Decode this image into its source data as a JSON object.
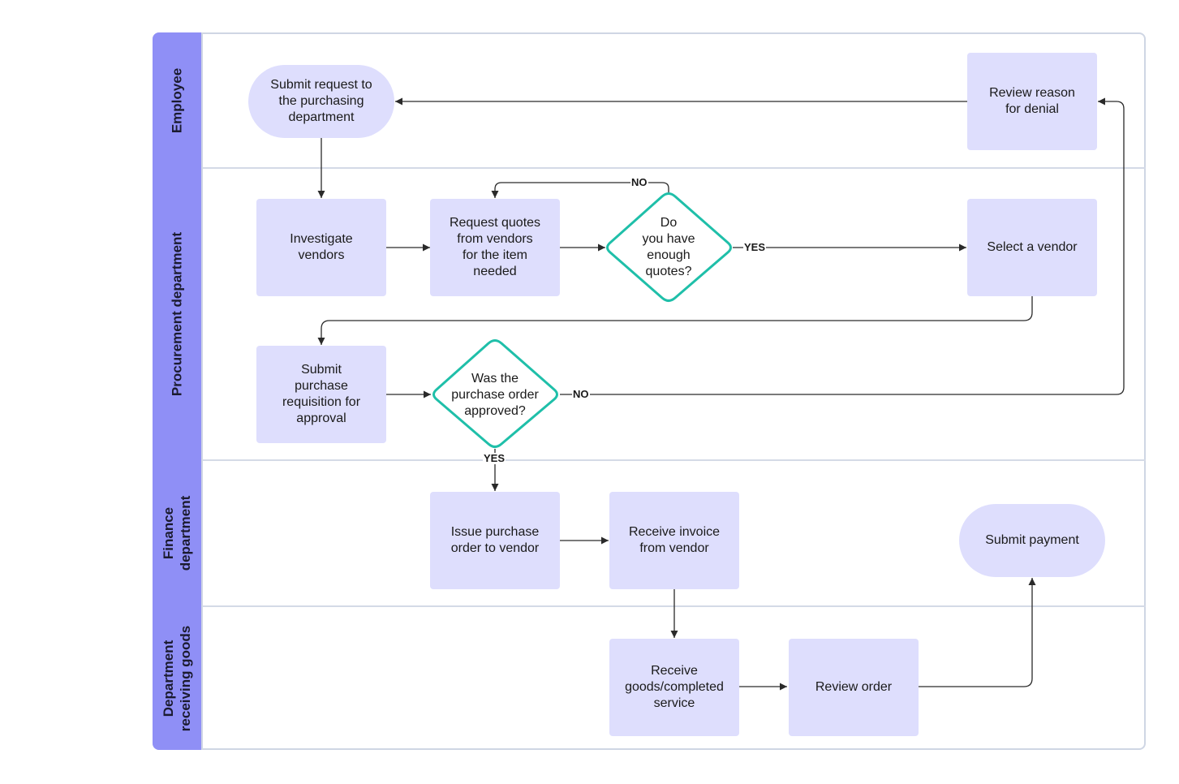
{
  "lanes": [
    {
      "id": "employee",
      "title": "Employee"
    },
    {
      "id": "procurement",
      "title": "Procurement department"
    },
    {
      "id": "finance",
      "title": "Finance\ndepartment"
    },
    {
      "id": "receiving",
      "title": "Department\nreceiving goods"
    }
  ],
  "nodes": {
    "submit_request": "Submit request to\nthe purchasing\ndepartment",
    "review_denial": "Review reason\nfor denial",
    "investigate_vendors": "Investigate\nvendors",
    "request_quotes": "Request quotes\nfrom vendors\nfor the item\nneeded",
    "enough_quotes": "Do\nyou have\nenough\nquotes?",
    "select_vendor": "Select a vendor",
    "submit_requisition": "Submit\npurchase\nrequisition for\napproval",
    "po_approved": "Was the\npurchase order\napproved?",
    "issue_po": "Issue purchase\norder to vendor",
    "receive_invoice": "Receive invoice\nfrom vendor",
    "submit_payment": "Submit payment",
    "receive_goods": "Receive\ngoods/completed\nservice",
    "review_order": "Review order"
  },
  "edge_labels": {
    "quotes_no": "NO",
    "quotes_yes": "YES",
    "approved_no": "NO",
    "approved_yes": "YES"
  },
  "colors": {
    "lane_header": "#8f8ff6",
    "node_fill": "#dedefd",
    "decision_border": "#1fbfa9",
    "connector": "#2a2a2a",
    "divider": "#d4dae6"
  }
}
